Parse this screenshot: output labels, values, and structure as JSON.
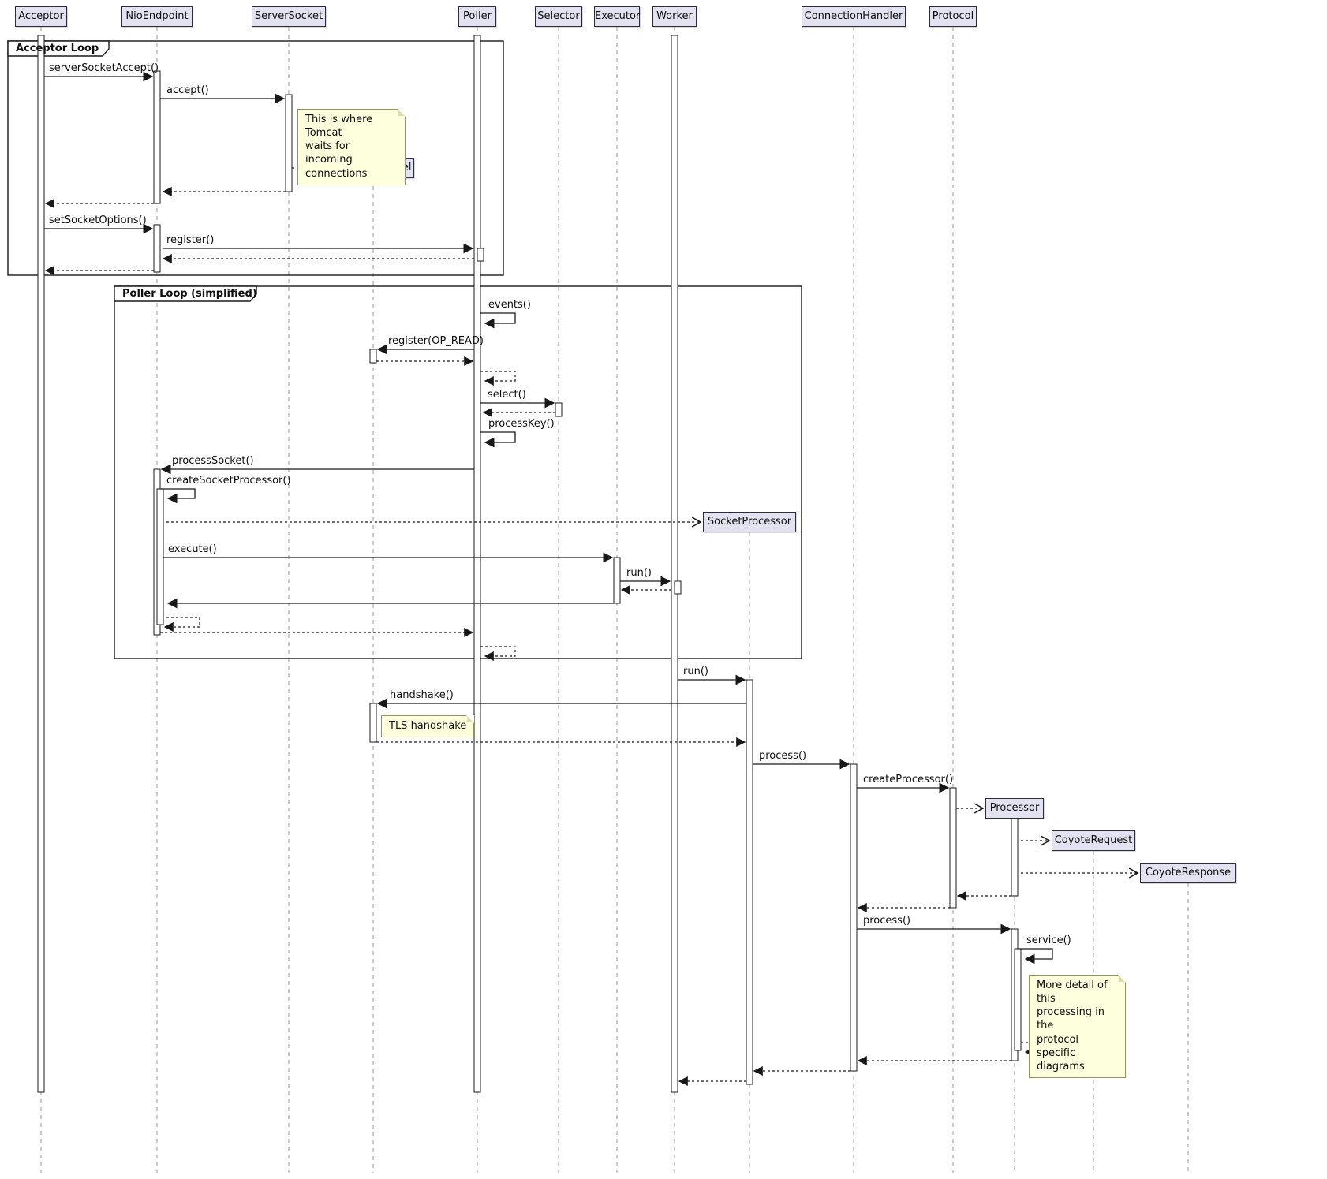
{
  "participants": [
    {
      "label": "Acceptor"
    },
    {
      "label": "NioEndpoint"
    },
    {
      "label": "ServerSocket"
    },
    {
      "label": "Poller"
    },
    {
      "label": "Selector"
    },
    {
      "label": "Executor"
    },
    {
      "label": "Worker"
    },
    {
      "label": "ConnectionHandler"
    },
    {
      "label": "Protocol"
    }
  ],
  "created_objects": [
    {
      "label": "SocketChannel"
    },
    {
      "label": "SocketProcessor"
    },
    {
      "label": "Processor"
    },
    {
      "label": "CoyoteRequest"
    },
    {
      "label": "CoyoteResponse"
    }
  ],
  "frames": [
    {
      "label": "Acceptor Loop"
    },
    {
      "label": "Poller Loop (simplified)"
    }
  ],
  "messages": [
    {
      "label": "serverSocketAccept()"
    },
    {
      "label": "accept()"
    },
    {
      "label": "setSocketOptions()"
    },
    {
      "label": "register()"
    },
    {
      "label": "events()"
    },
    {
      "label": "register(OP_READ)"
    },
    {
      "label": "select()"
    },
    {
      "label": "processKey()"
    },
    {
      "label": "processSocket()"
    },
    {
      "label": "createSocketProcessor()"
    },
    {
      "label": "execute()"
    },
    {
      "label": "run()"
    },
    {
      "label": "run()"
    },
    {
      "label": "handshake()"
    },
    {
      "label": "process()"
    },
    {
      "label": "createProcessor()"
    },
    {
      "label": "process()"
    },
    {
      "label": "service()"
    }
  ],
  "notes": [
    {
      "text": "This is where Tomcat\nwaits for incoming\nconnections"
    },
    {
      "text": "TLS handshake"
    },
    {
      "text": "More detail of this\nprocessing in the\nprotocol specific\ndiagrams"
    }
  ],
  "colors": {
    "participant_fill": "#E2E2F0",
    "note_fill": "#FEFFDD",
    "line": "#181818",
    "lifeline": "#9A9A9A"
  }
}
